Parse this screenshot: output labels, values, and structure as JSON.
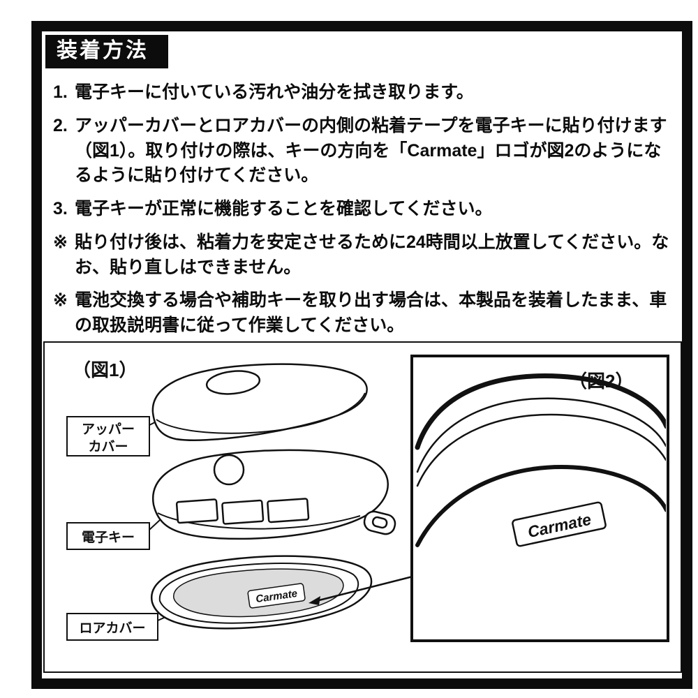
{
  "page": {
    "title": "装着方法"
  },
  "instructions": [
    {
      "marker": "1.",
      "text": "電子キーに付いている汚れや油分を拭き取ります。"
    },
    {
      "marker": "2.",
      "text": "アッパーカバーとロアカバーの内側の粘着テープを電子キーに貼り付けます（図1）。取り付けの際は、キーの方向を「Carmate」ロゴが図2のようになるように貼り付けてください。"
    },
    {
      "marker": "3.",
      "text": "電子キーが正常に機能することを確認してください。"
    },
    {
      "marker": "※",
      "text": "貼り付け後は、粘着力を安定させるために24時間以上放置してください。なお、貼り直しはできません。"
    },
    {
      "marker": "※",
      "text": "電池交換する場合や補助キーを取り出す場合は、本製品を装着したまま、車の取扱説明書に従って作業してください。"
    }
  ],
  "figures": {
    "fig1_label": "（図1）",
    "fig2_label": "（図2）",
    "upper_cover_label_line1": "アッパー",
    "upper_cover_label_line2": "カバー",
    "key_label": "電子キー",
    "lower_cover_label": "ロアカバー",
    "logo_fig1": "Carmate",
    "logo_fig2": "Carmate"
  },
  "colors": {
    "ink": "#111111",
    "paper": "#ffffff",
    "tray_fill": "#dcdcdc"
  }
}
